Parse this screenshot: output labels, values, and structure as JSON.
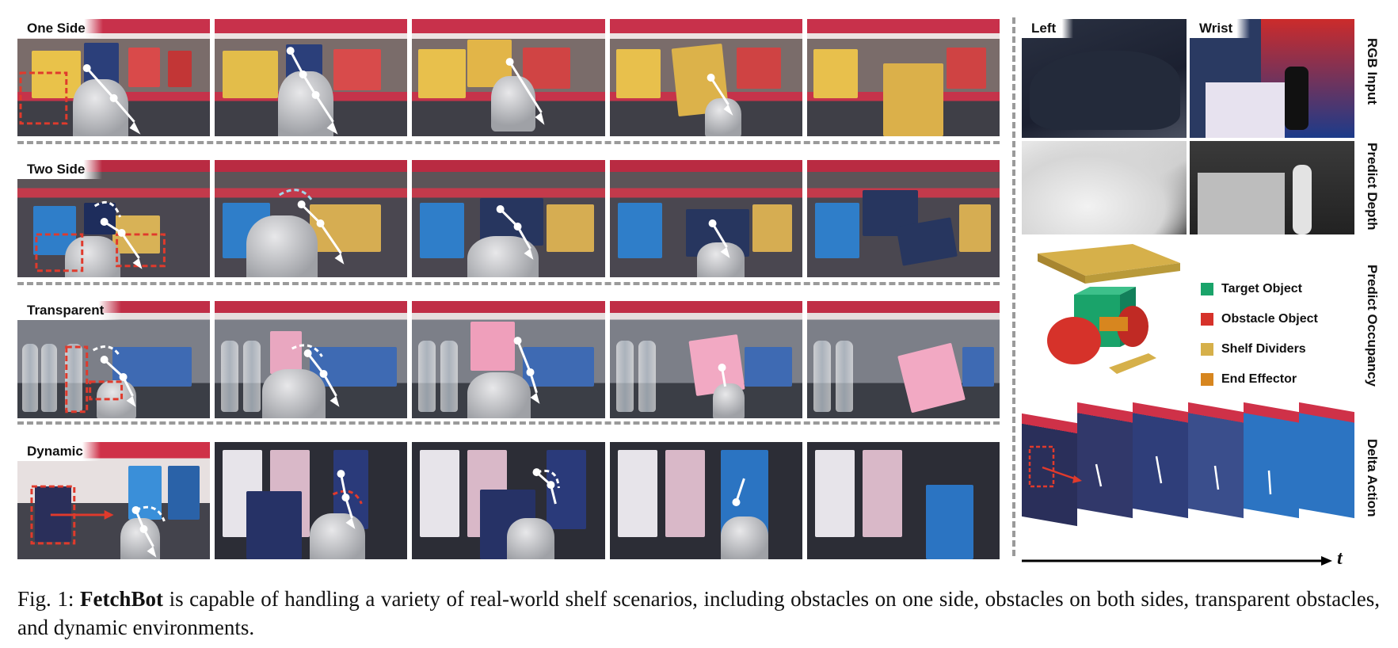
{
  "rows": [
    {
      "label": "One Side"
    },
    {
      "label": "Two Side"
    },
    {
      "label": "Transparent"
    },
    {
      "label": "Dynamic"
    }
  ],
  "right_panel": {
    "view_labels": [
      "Left",
      "Wrist"
    ],
    "row_labels": [
      "RGB Input",
      "Predict Depth",
      "Predict Occupancy",
      "Delta Action"
    ],
    "time_axis_label": "t",
    "legend": [
      {
        "label": "Target Object",
        "color": "#1aa36a"
      },
      {
        "label": "Obstacle Object",
        "color": "#d6322a"
      },
      {
        "label": "Shelf Dividers",
        "color": "#d6b04a"
      },
      {
        "label": "End Effector",
        "color": "#d7861f"
      }
    ]
  },
  "caption": {
    "prefix": "Fig. 1:",
    "bold": "FetchBot",
    "text": "is capable of handling a variety of real-world shelf scenarios, including obstacles on one side, obstacles on both sides, transparent obstacles, and dynamic environments."
  },
  "colors": {
    "annotation_red": "#e03a2c",
    "trajectory": "#ffffff",
    "separator": "#9a9a9a"
  }
}
